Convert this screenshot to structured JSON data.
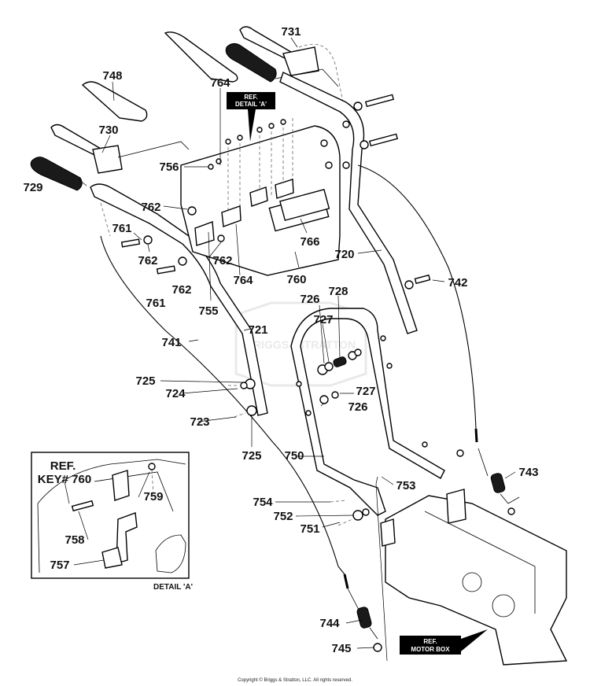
{
  "parts": [
    {
      "id": "731"
    },
    {
      "id": "748"
    },
    {
      "id": "764"
    },
    {
      "id": "730"
    },
    {
      "id": "756"
    },
    {
      "id": "729"
    },
    {
      "id": "762"
    },
    {
      "id": "761"
    },
    {
      "id": "766"
    },
    {
      "id": "720"
    },
    {
      "id": "742"
    },
    {
      "id": "760"
    },
    {
      "id": "755"
    },
    {
      "id": "726"
    },
    {
      "id": "728"
    },
    {
      "id": "727"
    },
    {
      "id": "721"
    },
    {
      "id": "741"
    },
    {
      "id": "725"
    },
    {
      "id": "724"
    },
    {
      "id": "723"
    },
    {
      "id": "750"
    },
    {
      "id": "743"
    },
    {
      "id": "753"
    },
    {
      "id": "754"
    },
    {
      "id": "752"
    },
    {
      "id": "751"
    },
    {
      "id": "759"
    },
    {
      "id": "758"
    },
    {
      "id": "757"
    },
    {
      "id": "744"
    },
    {
      "id": "745"
    }
  ],
  "callouts": {
    "ref_detail_a_line1": "REF.",
    "ref_detail_a_line2": "DETAIL 'A'",
    "ref_motor_box_line1": "REF.",
    "ref_motor_box_line2": "MOTOR BOX",
    "inset_ref_line1": "REF.",
    "inset_ref_line2": "KEY# 760",
    "inset_caption": "DETAIL 'A'"
  },
  "watermark": "BRIGGS&STRATTON",
  "copyright": "Copyright © Briggs & Stratton, LLC. All rights reserved."
}
